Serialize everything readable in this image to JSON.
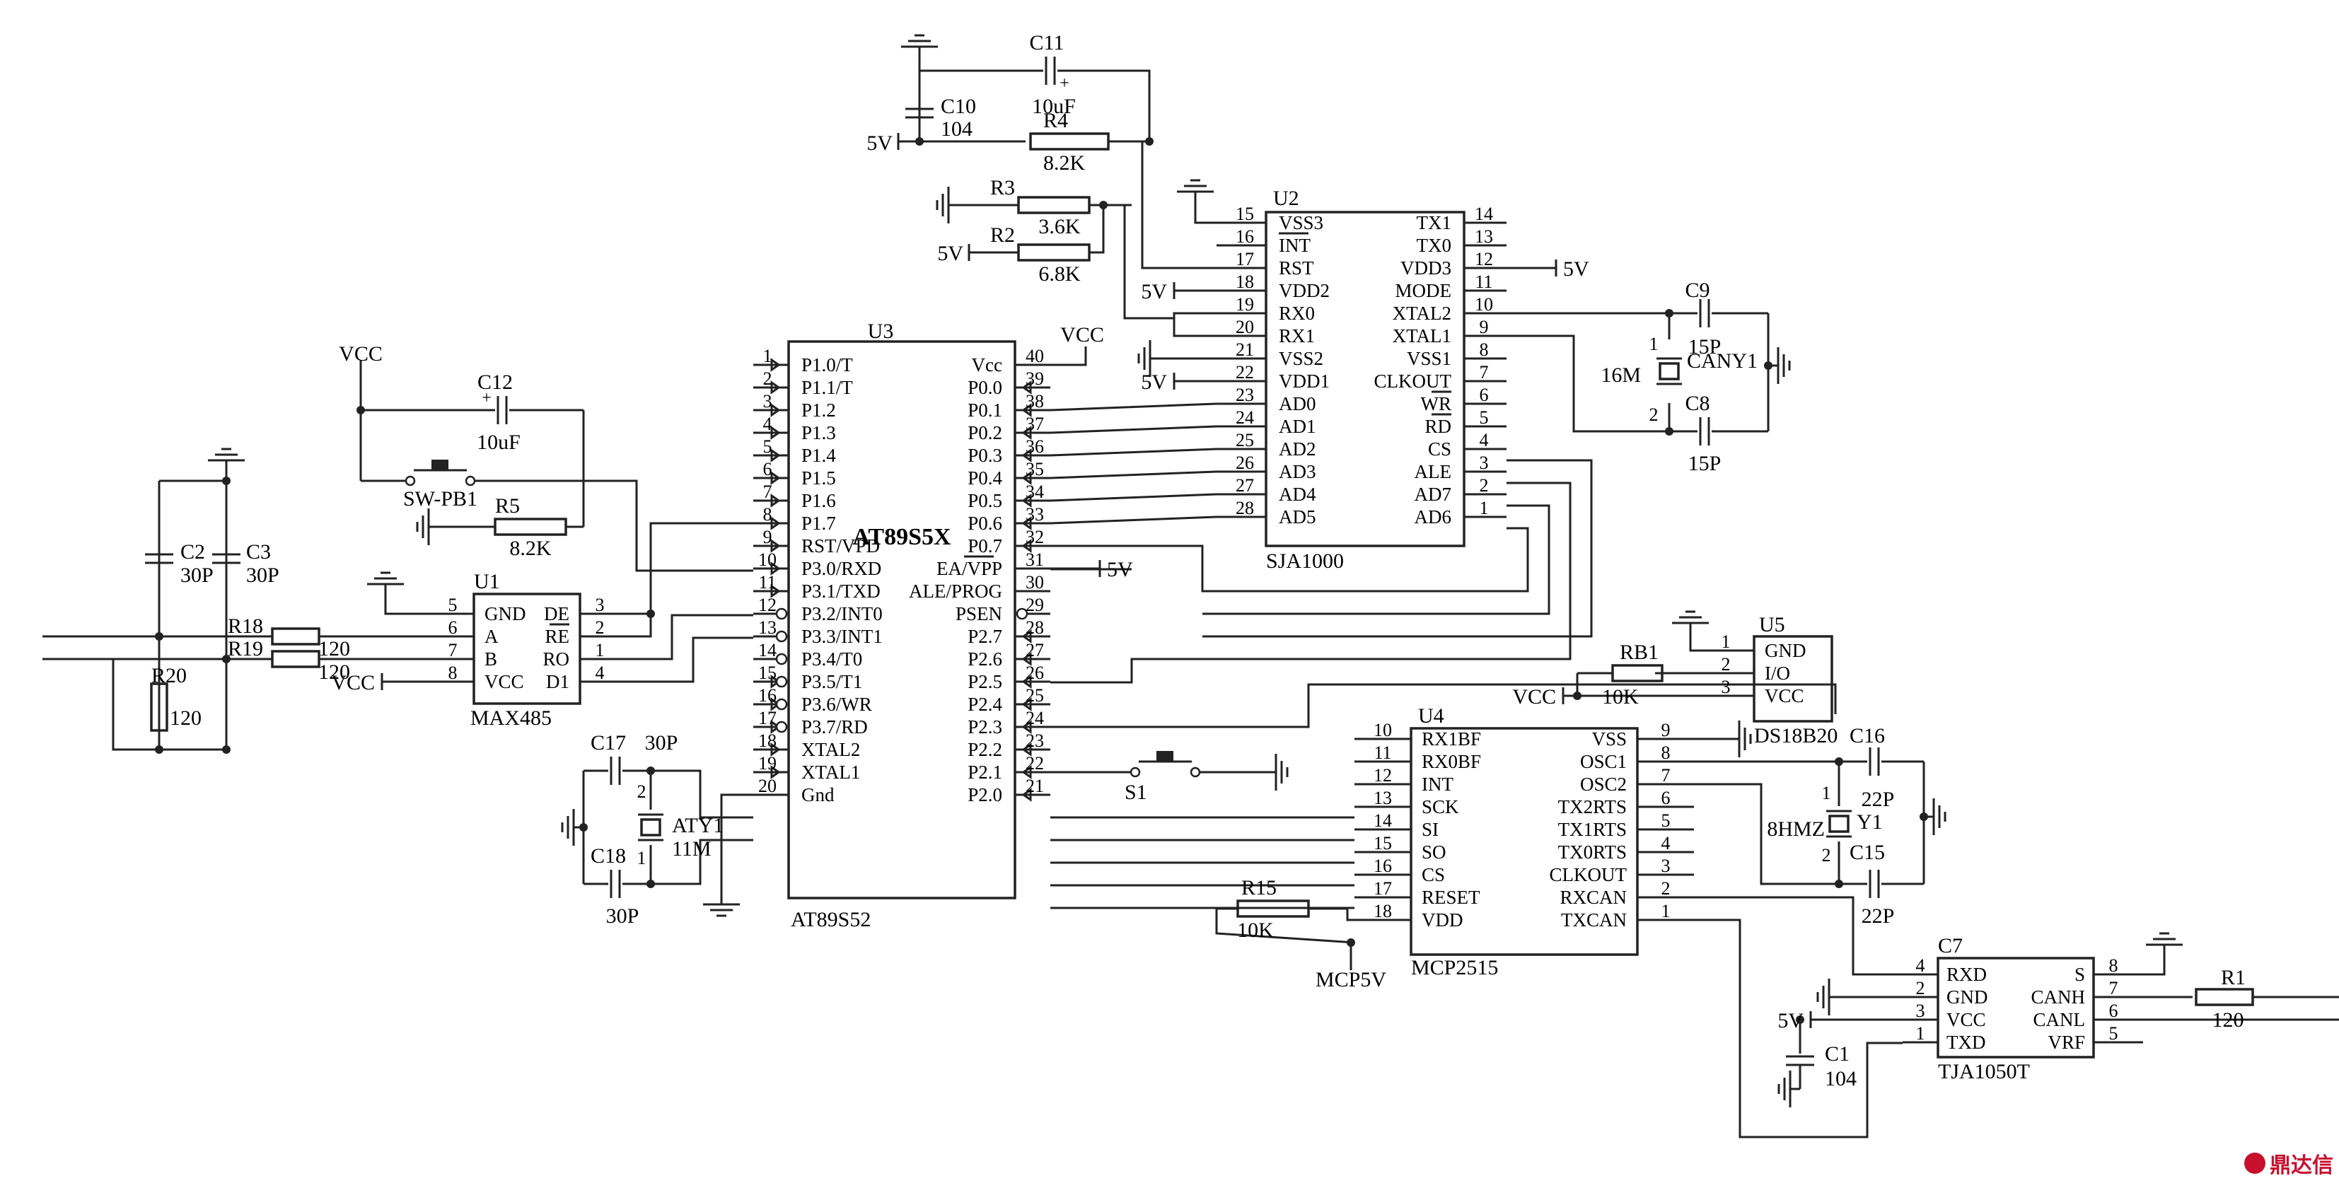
{
  "components": {
    "U3": {
      "ref": "U3",
      "name": "AT89S5X",
      "part": "AT89S52",
      "left_pins": [
        {
          "num": "1",
          "name": "P1.0/T"
        },
        {
          "num": "2",
          "name": "P1.1/T"
        },
        {
          "num": "3",
          "name": "P1.2"
        },
        {
          "num": "4",
          "name": "P1.3"
        },
        {
          "num": "5",
          "name": "P1.4"
        },
        {
          "num": "6",
          "name": "P1.5"
        },
        {
          "num": "7",
          "name": "P1.6"
        },
        {
          "num": "8",
          "name": "P1.7"
        },
        {
          "num": "9",
          "name": "RST/VPD"
        },
        {
          "num": "10",
          "name": "P3.0/RXD"
        },
        {
          "num": "11",
          "name": "P3.1/TXD"
        },
        {
          "num": "12",
          "name": "P3.2/INT0"
        },
        {
          "num": "13",
          "name": "P3.3/INT1"
        },
        {
          "num": "14",
          "name": "P3.4/T0"
        },
        {
          "num": "15",
          "name": "P3.5/T1"
        },
        {
          "num": "16",
          "name": "P3.6/WR"
        },
        {
          "num": "17",
          "name": "P3.7/RD"
        },
        {
          "num": "18",
          "name": "XTAL2"
        },
        {
          "num": "19",
          "name": "XTAL1"
        },
        {
          "num": "20",
          "name": "Gnd"
        }
      ],
      "right_pins": [
        {
          "num": "40",
          "name": "Vcc"
        },
        {
          "num": "39",
          "name": "P0.0"
        },
        {
          "num": "38",
          "name": "P0.1"
        },
        {
          "num": "37",
          "name": "P0.2"
        },
        {
          "num": "36",
          "name": "P0.3"
        },
        {
          "num": "35",
          "name": "P0.4"
        },
        {
          "num": "34",
          "name": "P0.5"
        },
        {
          "num": "33",
          "name": "P0.6"
        },
        {
          "num": "32",
          "name": "P0.7"
        },
        {
          "num": "31",
          "name": "EA/VPP"
        },
        {
          "num": "30",
          "name": "ALE/PROG"
        },
        {
          "num": "29",
          "name": "PSEN"
        },
        {
          "num": "28",
          "name": "P2.7"
        },
        {
          "num": "27",
          "name": "P2.6"
        },
        {
          "num": "26",
          "name": "P2.5"
        },
        {
          "num": "25",
          "name": "P2.4"
        },
        {
          "num": "24",
          "name": "P2.3"
        },
        {
          "num": "23",
          "name": "P2.2"
        },
        {
          "num": "22",
          "name": "P2.1"
        },
        {
          "num": "21",
          "name": "P2.0"
        }
      ]
    },
    "U2": {
      "ref": "U2",
      "name": "SJA1000",
      "left_pins": [
        {
          "num": "15",
          "name": "VSS3"
        },
        {
          "num": "16",
          "name": "INT"
        },
        {
          "num": "17",
          "name": "RST"
        },
        {
          "num": "18",
          "name": "VDD2"
        },
        {
          "num": "19",
          "name": "RX0"
        },
        {
          "num": "20",
          "name": "RX1"
        },
        {
          "num": "21",
          "name": "VSS2"
        },
        {
          "num": "22",
          "name": "VDD1"
        },
        {
          "num": "23",
          "name": "AD0"
        },
        {
          "num": "24",
          "name": "AD1"
        },
        {
          "num": "25",
          "name": "AD2"
        },
        {
          "num": "26",
          "name": "AD3"
        },
        {
          "num": "27",
          "name": "AD4"
        },
        {
          "num": "28",
          "name": "AD5"
        }
      ],
      "right_pins": [
        {
          "num": "14",
          "name": "TX1"
        },
        {
          "num": "13",
          "name": "TX0"
        },
        {
          "num": "12",
          "name": "VDD3"
        },
        {
          "num": "11",
          "name": "MODE"
        },
        {
          "num": "10",
          "name": "XTAL2"
        },
        {
          "num": "9",
          "name": "XTAL1"
        },
        {
          "num": "8",
          "name": "VSS1"
        },
        {
          "num": "7",
          "name": "CLKOUT"
        },
        {
          "num": "6",
          "name": "WR"
        },
        {
          "num": "5",
          "name": "RD"
        },
        {
          "num": "4",
          "name": "CS"
        },
        {
          "num": "3",
          "name": "ALE"
        },
        {
          "num": "2",
          "name": "AD7"
        },
        {
          "num": "1",
          "name": "AD6"
        }
      ]
    },
    "U4": {
      "ref": "U4",
      "name": "MCP2515",
      "left_pins": [
        {
          "num": "10",
          "name": "RX1BF"
        },
        {
          "num": "11",
          "name": "RX0BF"
        },
        {
          "num": "12",
          "name": "INT"
        },
        {
          "num": "13",
          "name": "SCK"
        },
        {
          "num": "14",
          "name": "SI"
        },
        {
          "num": "15",
          "name": "SO"
        },
        {
          "num": "16",
          "name": "CS"
        },
        {
          "num": "17",
          "name": "RESET"
        },
        {
          "num": "18",
          "name": "VDD"
        }
      ],
      "right_pins": [
        {
          "num": "9",
          "name": "VSS"
        },
        {
          "num": "8",
          "name": "OSC1"
        },
        {
          "num": "7",
          "name": "OSC2"
        },
        {
          "num": "6",
          "name": "TX2RTS"
        },
        {
          "num": "5",
          "name": "TX1RTS"
        },
        {
          "num": "4",
          "name": "TX0RTS"
        },
        {
          "num": "3",
          "name": "CLKOUT"
        },
        {
          "num": "2",
          "name": "RXCAN"
        },
        {
          "num": "1",
          "name": "TXCAN"
        }
      ]
    },
    "U1": {
      "ref": "U1",
      "name": "MAX485",
      "left_pins": [
        {
          "num": "5",
          "name": "GND"
        },
        {
          "num": "6",
          "name": "A"
        },
        {
          "num": "7",
          "name": "B"
        },
        {
          "num": "8",
          "name": "VCC"
        }
      ],
      "right_pins": [
        {
          "num": "3",
          "name": "DE"
        },
        {
          "num": "2",
          "name": "RE"
        },
        {
          "num": "1",
          "name": "RO"
        },
        {
          "num": "4",
          "name": "D1"
        }
      ]
    },
    "U5": {
      "ref": "U5",
      "name": "DS18B20",
      "left_pins": [
        {
          "num": "1",
          "name": "GND"
        },
        {
          "num": "2",
          "name": "I/O"
        },
        {
          "num": "3",
          "name": "VCC"
        }
      ]
    },
    "C7": {
      "ref": "C7",
      "name": "TJA1050T",
      "left_pins": [
        {
          "num": "4",
          "name": "RXD"
        },
        {
          "num": "2",
          "name": "GND"
        },
        {
          "num": "3",
          "name": "VCC"
        },
        {
          "num": "1",
          "name": "TXD"
        }
      ],
      "right_pins": [
        {
          "num": "8",
          "name": "S"
        },
        {
          "num": "7",
          "name": "CANH"
        },
        {
          "num": "6",
          "name": "CANL"
        },
        {
          "num": "5",
          "name": "VRF"
        }
      ]
    }
  },
  "labels": {
    "C11": "C11",
    "C11v": "10uF",
    "C10": "C10",
    "C10v": "104",
    "R4": "R4",
    "R4v": "8.2K",
    "R3": "R3",
    "R3v": "3.6K",
    "R2": "R2",
    "R2v": "6.8K",
    "C12": "C12",
    "C12v": "10uF",
    "SW": "SW-PB1",
    "R5": "R5",
    "R5v": "8.2K",
    "C2": "C2",
    "C2v": "30P",
    "C3": "C3",
    "C3v": "30P",
    "R18": "R18",
    "R19": "R19",
    "R18v": "120",
    "R19v": "120",
    "R20": "R20",
    "R20v": "120",
    "C17": "C17",
    "C17v": "30P",
    "C18": "C18",
    "C18v": "30P",
    "ATY1": "ATY1",
    "ATY1v": "11M",
    "C9": "C9",
    "C9v": "15P",
    "C8": "C8",
    "C8v": "15P",
    "CANY1": "CANY1",
    "CANY1v": "16M",
    "RB1": "RB1",
    "RB1v": "10K",
    "S1": "S1",
    "R15": "R15",
    "R15v": "10K",
    "MCP5V": "MCP5V",
    "C16": "C16",
    "C16v": "22P",
    "C15": "C15",
    "C15v": "22P",
    "Y1": "Y1",
    "Y1v": "8HMZ",
    "C1": "C1",
    "C1v": "104",
    "R1": "R1",
    "R1v": "120",
    "pin1": "1",
    "pin2": "2"
  },
  "rails": {
    "vcc": "VCC",
    "v5": "5V"
  },
  "watermark": {
    "text": "鼎达信"
  }
}
